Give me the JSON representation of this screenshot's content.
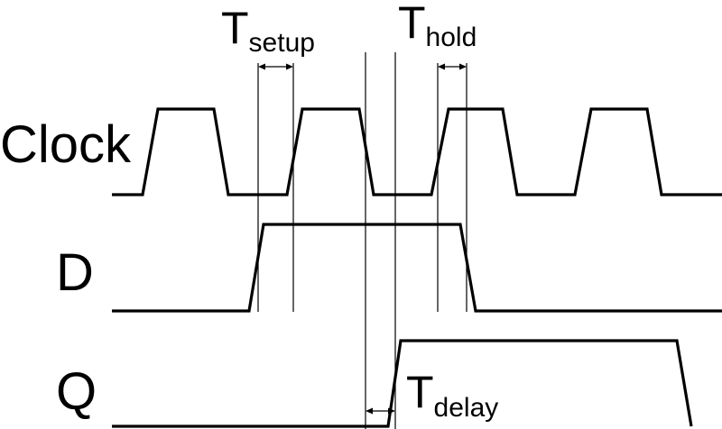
{
  "signals": {
    "clock": {
      "label": "Clock"
    },
    "d": {
      "label": "D"
    },
    "q": {
      "label": "Q"
    }
  },
  "timing": {
    "setup": {
      "symbol": "T",
      "subscript": "setup"
    },
    "hold": {
      "symbol": "T",
      "subscript": "hold"
    },
    "delay": {
      "symbol": "T",
      "subscript": "delay"
    }
  },
  "colors": {
    "line": "#000000",
    "background": "#ffffff"
  }
}
